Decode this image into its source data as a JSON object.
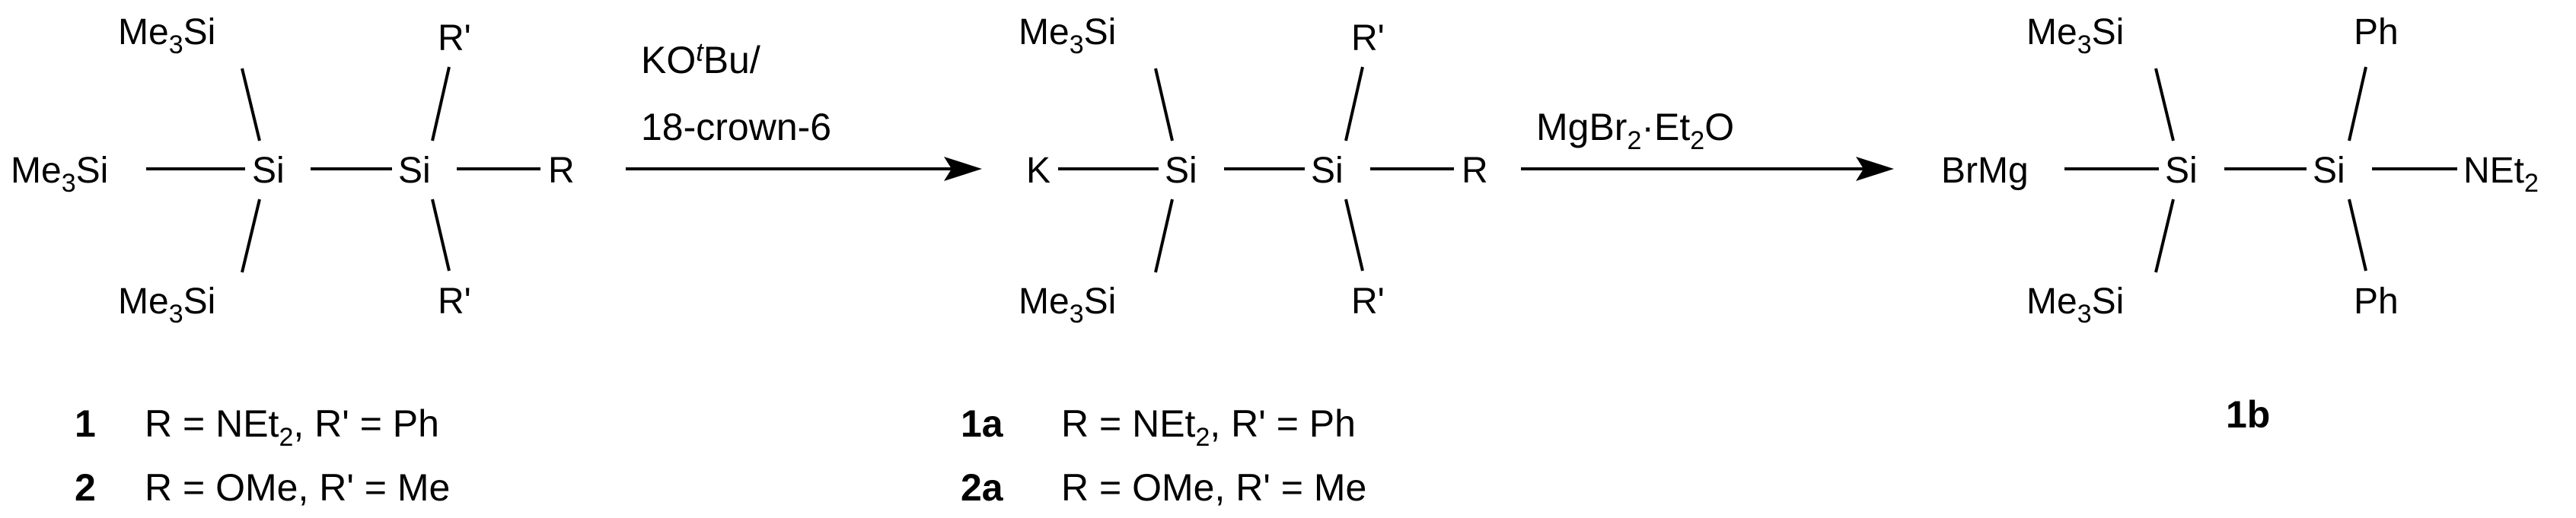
{
  "scheme": {
    "compound_1": {
      "me3si_top": [
        "Me",
        "3",
        "Si"
      ],
      "me3si_left": [
        "Me",
        "3",
        "Si"
      ],
      "me3si_bottom": [
        "Me",
        "3",
        "Si"
      ],
      "si_center": "Si",
      "si_right": "Si",
      "r_prime_top": "R'",
      "r_prime_bottom": "R'",
      "r": "R"
    },
    "arrow_1": {
      "reagent_line1": [
        "KO",
        "t",
        "Bu/"
      ],
      "reagent_line2": "18-crown-6"
    },
    "compound_2": {
      "me3si_top": [
        "Me",
        "3",
        "Si"
      ],
      "me3si_bottom": [
        "Me",
        "3",
        "Si"
      ],
      "k": "K",
      "si_center": "Si",
      "si_right": "Si",
      "r_prime_top": "R'",
      "r_prime_bottom": "R'",
      "r": "R"
    },
    "arrow_2": {
      "reagent": [
        "MgBr",
        "2",
        "·Et",
        "2",
        "O"
      ]
    },
    "compound_3": {
      "me3si_top": [
        "Me",
        "3",
        "Si"
      ],
      "me3si_bottom": [
        "Me",
        "3",
        "Si"
      ],
      "brmg": "BrMg",
      "si_center": "Si",
      "si_right": "Si",
      "ph_top": "Ph",
      "ph_bottom": "Ph",
      "net2": [
        "NEt",
        "2"
      ]
    },
    "legend": {
      "row_1_number": "1",
      "row_1_text": [
        "R  = NEt",
        "2",
        ", R' = Ph"
      ],
      "row_2_number": "2",
      "row_2_text": "R = OMe, R' = Me",
      "row_1a_number": "1a",
      "row_1a_text": [
        "R  = NEt",
        "2",
        ", R' = Ph"
      ],
      "row_2a_number": "2a",
      "row_2a_text": "R = OMe, R' = Me",
      "label_1b": "1b"
    }
  }
}
